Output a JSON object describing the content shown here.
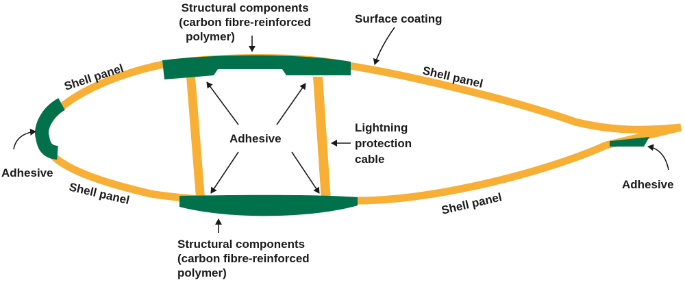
{
  "colors": {
    "shell": "#f7b035",
    "structural": "#00714a",
    "arrow": "#1a1a1a",
    "text": "#1a1a1a",
    "background": "#ffffff"
  },
  "labels": {
    "structural_top": [
      "Structural components",
      "(carbon fibre-reinforced",
      "polymer)"
    ],
    "structural_bottom": [
      "Structural components",
      "(carbon fibre-reinforced",
      "polymer)"
    ],
    "surface_coating": "Surface coating",
    "shell_panel_upper_left": "Shell panel",
    "shell_panel_upper_right": "Shell panel",
    "shell_panel_lower_left": "Shell panel",
    "shell_panel_lower_right": "Shell panel",
    "adhesive_center": "Adhesive",
    "adhesive_left": "Adhesive",
    "adhesive_right": "Adhesive",
    "lightning": [
      "Lightning",
      "protection",
      "cable"
    ]
  }
}
